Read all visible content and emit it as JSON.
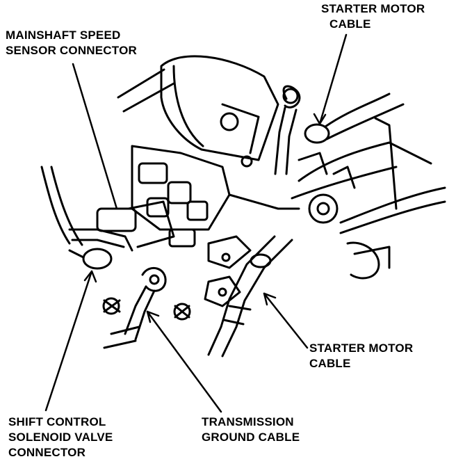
{
  "labels": {
    "mainshaft_sensor": [
      "MAINSHAFT SPEED",
      "SENSOR CONNECTOR"
    ],
    "starter_cable_top": [
      "STARTER MOTOR",
      "CABLE"
    ],
    "starter_cable_bottom": [
      "STARTER MOTOR",
      "CABLE"
    ],
    "shift_solenoid": [
      "SHIFT CONTROL",
      "SOLENOID VALVE",
      "CONNECTOR"
    ],
    "ground_cable": [
      "TRANSMISSION",
      "GROUND CABLE"
    ]
  },
  "colors": {
    "ink": "#000000",
    "paper": "#ffffff"
  }
}
